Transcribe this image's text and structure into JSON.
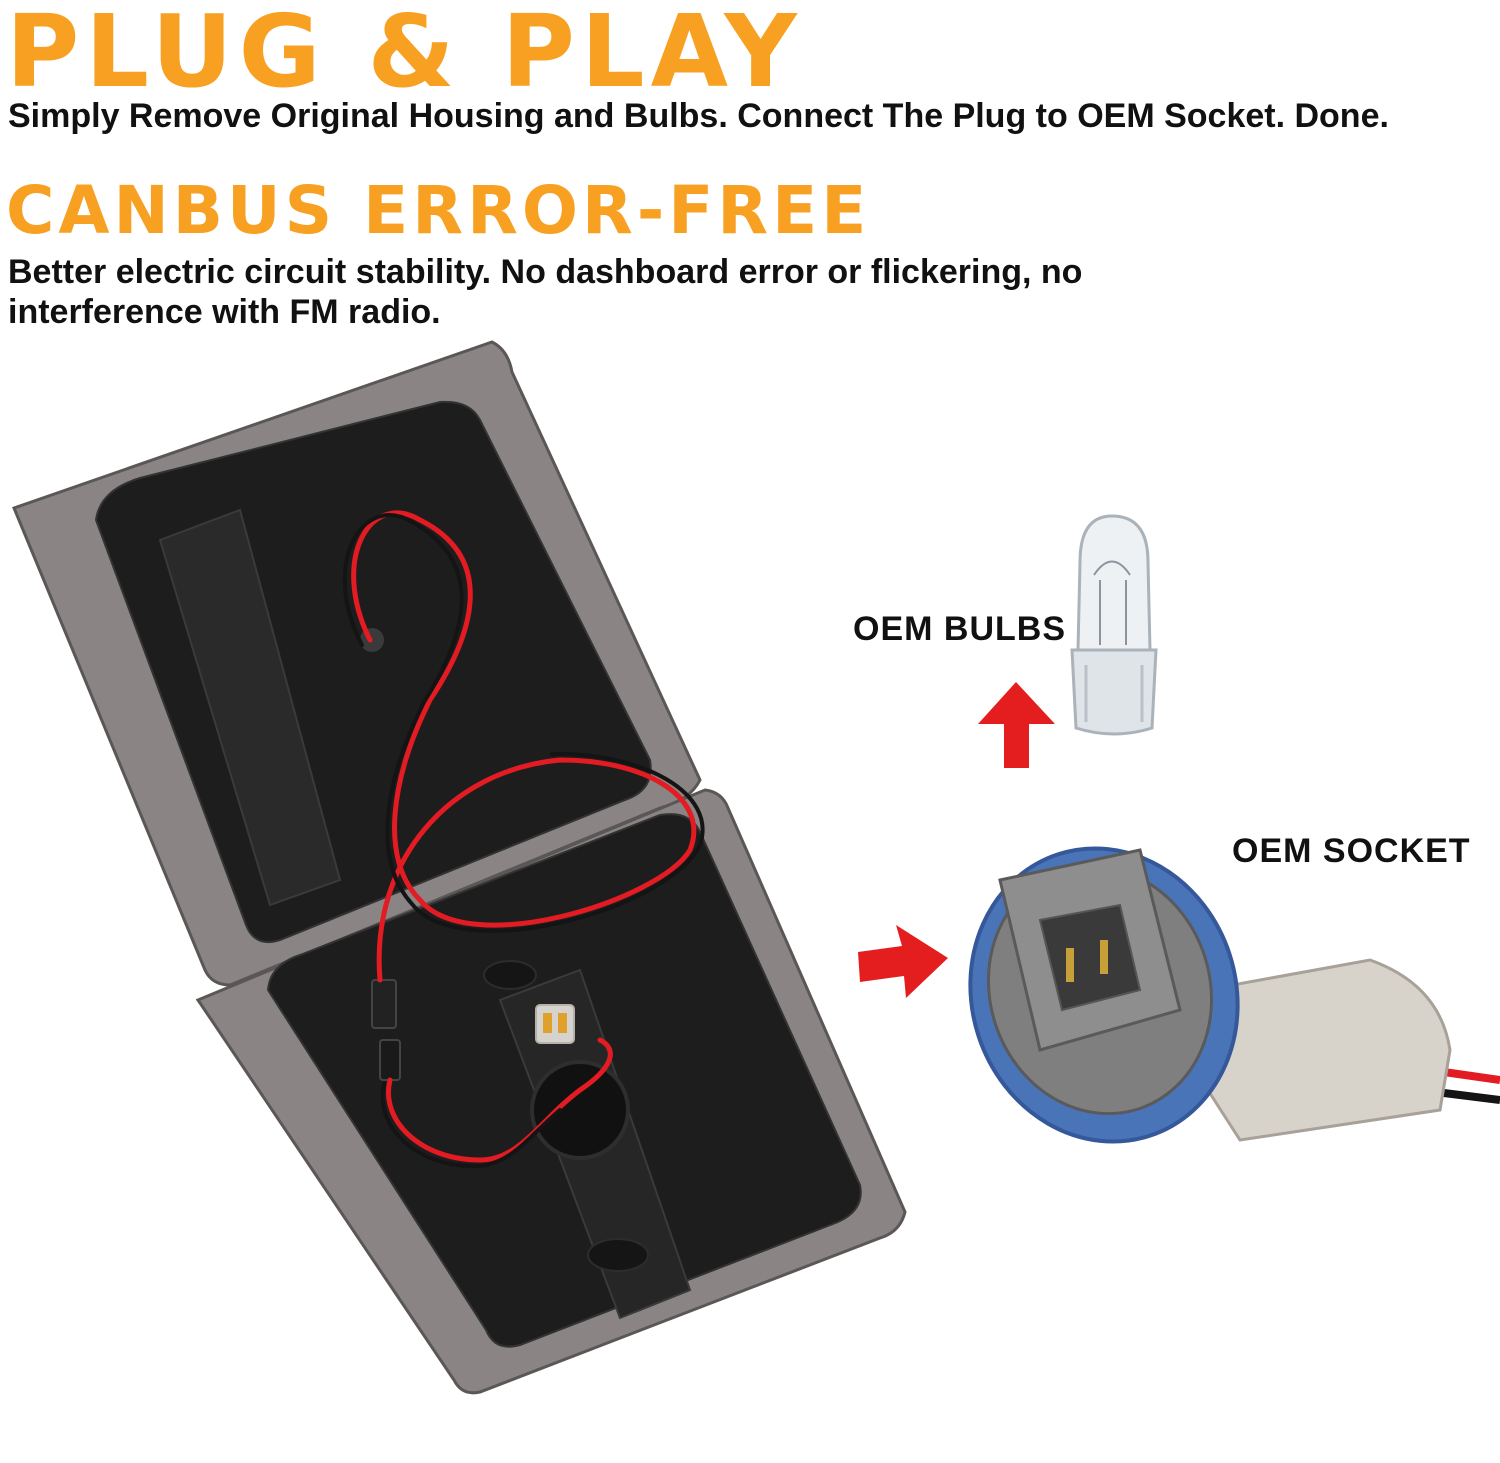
{
  "headline_plug": "PLUG & PLAY",
  "subtitle_plug": "Simply Remove Original Housing and Bulbs. Connect The Plug to OEM Socket. Done.",
  "headline_canbus": "CANBUS ERROR-FREE",
  "subtitle_canbus": "Better electric circuit stability. No dashboard error or flickering, no interference with FM radio.",
  "label_bulbs": "OEM BULBS",
  "label_socket": "OEM SOCKET",
  "colors": {
    "accent_orange": "#F7A021",
    "arrow_red": "#E41E1E",
    "wire_red": "#E31B23",
    "socket_blue": "#4A74B8",
    "lens_smoke": "#8A8584"
  }
}
